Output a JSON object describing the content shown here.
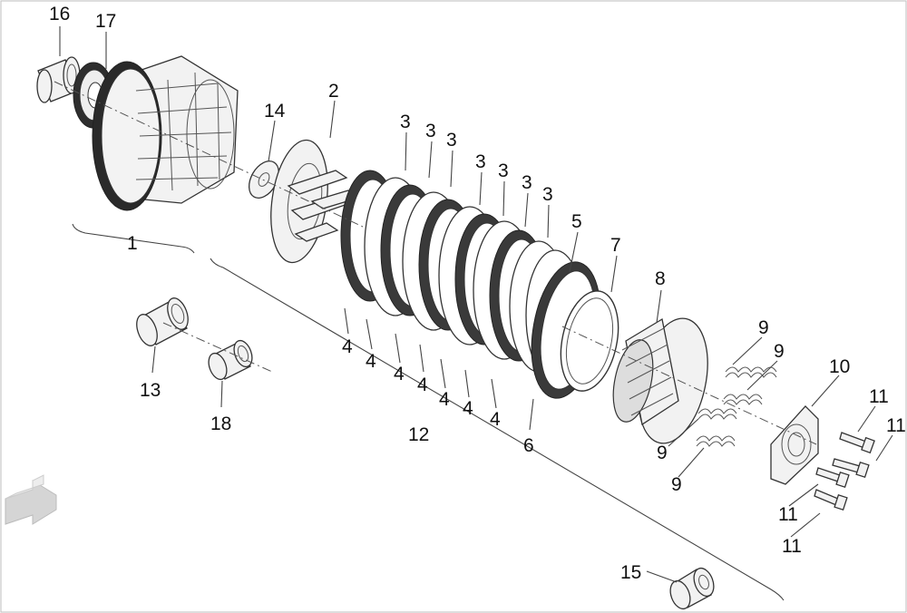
{
  "diagram": {
    "title": "",
    "callouts": [
      {
        "id": "c16",
        "text": "16"
      },
      {
        "id": "c17",
        "text": "17"
      },
      {
        "id": "c1",
        "text": "1"
      },
      {
        "id": "c14",
        "text": "14"
      },
      {
        "id": "c2",
        "text": "2"
      },
      {
        "id": "c3a",
        "text": "3"
      },
      {
        "id": "c3b",
        "text": "3"
      },
      {
        "id": "c3c",
        "text": "3"
      },
      {
        "id": "c3d",
        "text": "3"
      },
      {
        "id": "c3e",
        "text": "3"
      },
      {
        "id": "c3f",
        "text": "3"
      },
      {
        "id": "c3g",
        "text": "3"
      },
      {
        "id": "c5",
        "text": "5"
      },
      {
        "id": "c7",
        "text": "7"
      },
      {
        "id": "c8",
        "text": "8"
      },
      {
        "id": "c9a",
        "text": "9"
      },
      {
        "id": "c9b",
        "text": "9"
      },
      {
        "id": "c9c",
        "text": "9"
      },
      {
        "id": "c9d",
        "text": "9"
      },
      {
        "id": "c10",
        "text": "10"
      },
      {
        "id": "c11a",
        "text": "11"
      },
      {
        "id": "c11b",
        "text": "11"
      },
      {
        "id": "c11c",
        "text": "11"
      },
      {
        "id": "c11d",
        "text": "11"
      },
      {
        "id": "c4a",
        "text": "4"
      },
      {
        "id": "c4b",
        "text": "4"
      },
      {
        "id": "c4c",
        "text": "4"
      },
      {
        "id": "c4d",
        "text": "4"
      },
      {
        "id": "c4e",
        "text": "4"
      },
      {
        "id": "c4f",
        "text": "4"
      },
      {
        "id": "c4g",
        "text": "4"
      },
      {
        "id": "c6",
        "text": "6"
      },
      {
        "id": "c12",
        "text": "12"
      },
      {
        "id": "c13",
        "text": "13"
      },
      {
        "id": "c18",
        "text": "18"
      },
      {
        "id": "c15",
        "text": "15"
      }
    ]
  }
}
